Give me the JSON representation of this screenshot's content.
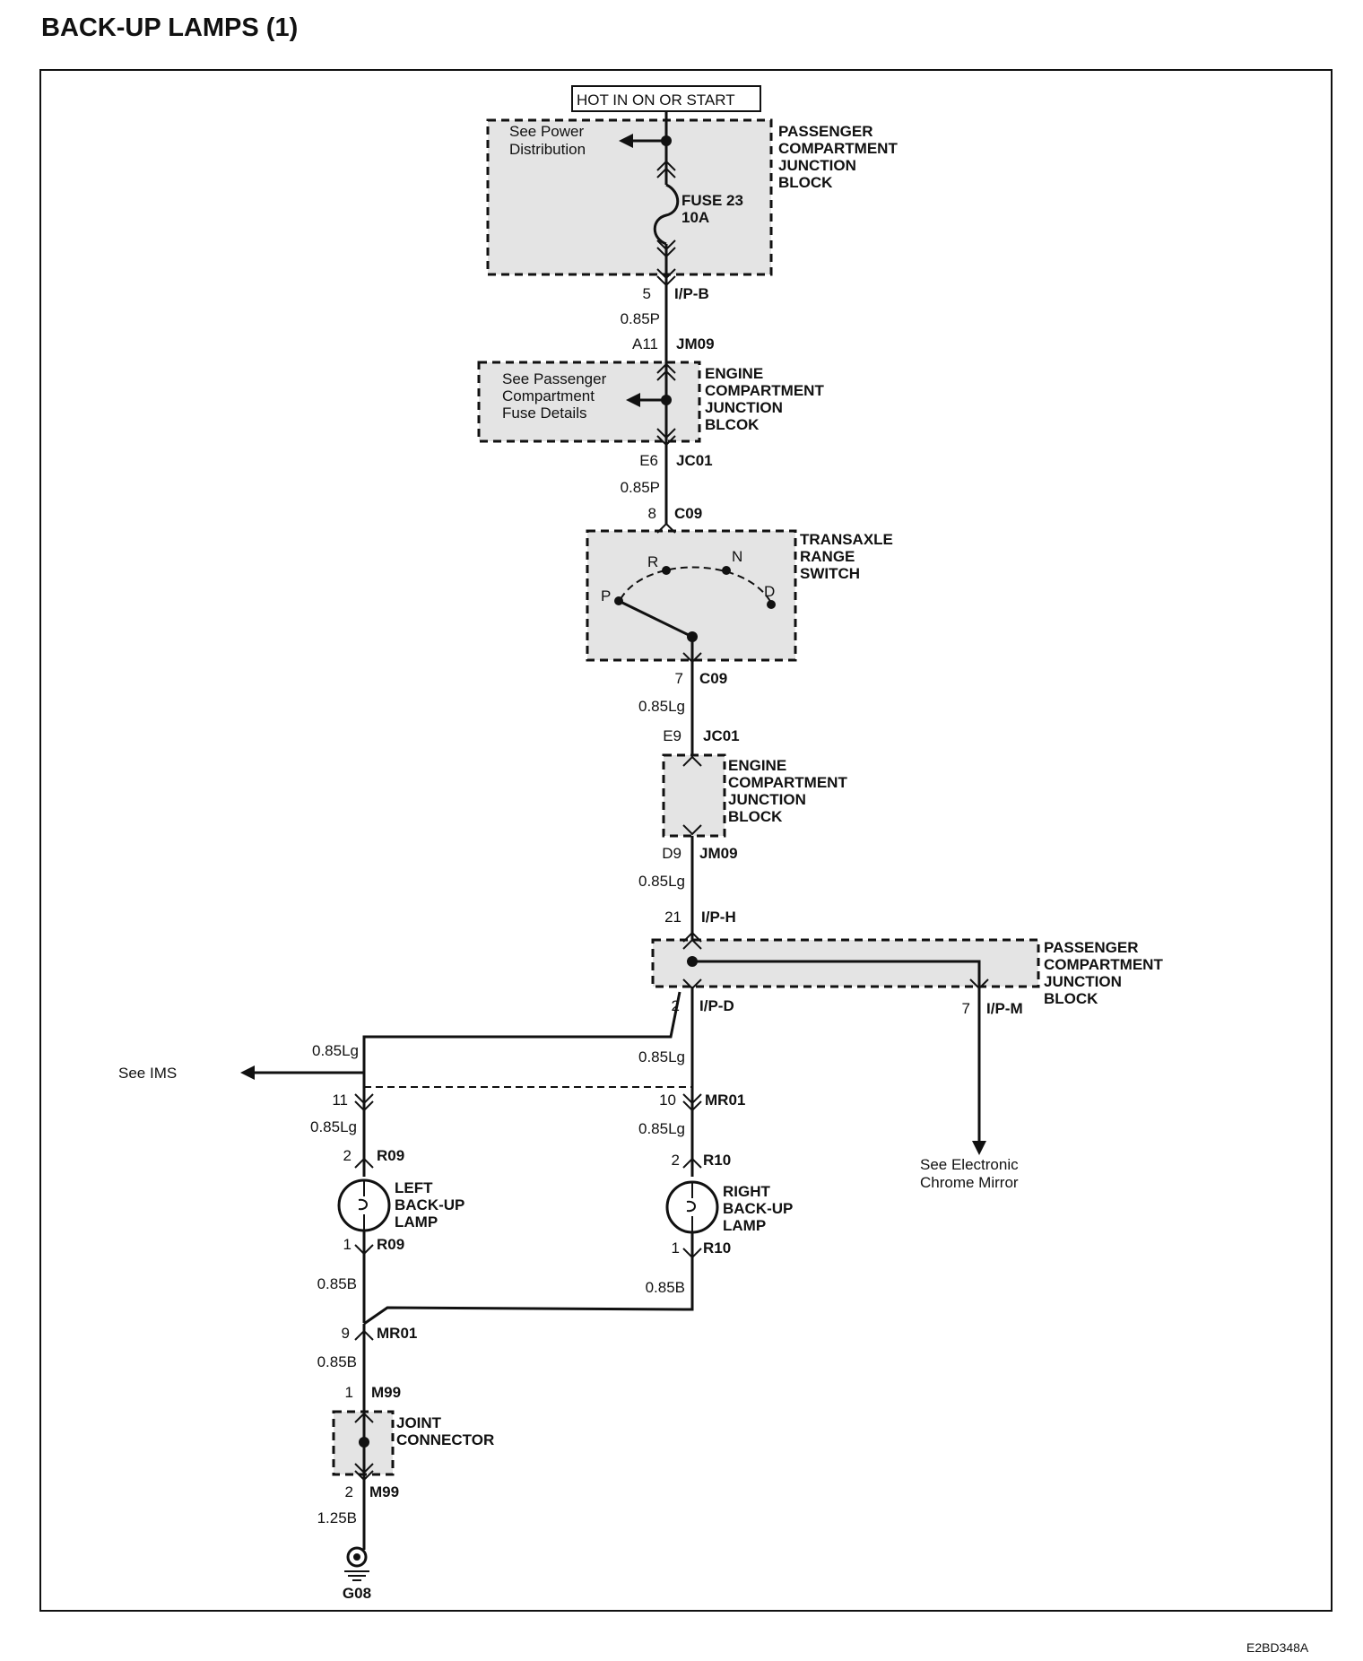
{
  "title": "BACK-UP LAMPS (1)",
  "power_label": "HOT IN ON OR START",
  "diagram_code": "E2BD348A",
  "blocks": {
    "pcjb_top": {
      "name": [
        "PASSENGER",
        "COMPARTMENT",
        "JUNCTION",
        "BLOCK"
      ],
      "note": [
        "See Power",
        "Distribution"
      ],
      "fuse": [
        "FUSE 23",
        "10A"
      ]
    },
    "ecjb_top": {
      "name": [
        "ENGINE",
        "COMPARTMENT",
        "JUNCTION",
        "BLCOK"
      ],
      "note": [
        "See Passenger",
        "Compartment",
        "Fuse Details"
      ]
    },
    "transaxle": {
      "name": [
        "TRANSAXLE",
        "RANGE",
        "SWITCH"
      ],
      "positions": [
        "R",
        "N",
        "P",
        "D"
      ]
    },
    "ecjb_mid": {
      "name": [
        "ENGINE",
        "COMPARTMENT",
        "JUNCTION",
        "BLOCK"
      ]
    },
    "pcjb_mid": {
      "name": [
        "PASSENGER",
        "COMPARTMENT",
        "JUNCTION",
        "BLOCK"
      ]
    },
    "joint": {
      "name": [
        "JOINT",
        "CONNECTOR"
      ]
    }
  },
  "lamps": {
    "left": [
      "LEFT",
      "BACK-UP",
      "LAMP"
    ],
    "right": [
      "RIGHT",
      "BACK-UP",
      "LAMP"
    ]
  },
  "connectors": {
    "ipb": {
      "pin": "5",
      "id": "I/P-B"
    },
    "jm09_top": {
      "pin": "A11",
      "id": "JM09"
    },
    "jc01_top": {
      "pin": "E6",
      "id": "JC01"
    },
    "c09_top": {
      "pin": "8",
      "id": "C09"
    },
    "c09_bot": {
      "pin": "7",
      "id": "C09"
    },
    "jc01_mid": {
      "pin": "E9",
      "id": "JC01"
    },
    "jm09_mid": {
      "pin": "D9",
      "id": "JM09"
    },
    "iph": {
      "pin": "21",
      "id": "I/P-H"
    },
    "ipd": {
      "pin": "2",
      "id": "I/P-D"
    },
    "ipm": {
      "pin": "7",
      "id": "I/P-M"
    },
    "mr01_left": {
      "pin": "11",
      "id": ""
    },
    "mr01_right": {
      "pin": "10",
      "id": "MR01"
    },
    "r09_top": {
      "pin": "2",
      "id": "R09"
    },
    "r09_bot": {
      "pin": "1",
      "id": "R09"
    },
    "r10_top": {
      "pin": "2",
      "id": "R10"
    },
    "r10_bot": {
      "pin": "1",
      "id": "R10"
    },
    "mr01_gnd": {
      "pin": "9",
      "id": "MR01"
    },
    "m99_top": {
      "pin": "1",
      "id": "M99"
    },
    "m99_bot": {
      "pin": "2",
      "id": "M99"
    }
  },
  "wires": {
    "w1": "0.85P",
    "w2": "0.85P",
    "w3": "0.85Lg",
    "w4": "0.85Lg",
    "w5": "0.85Lg",
    "w6": "0.85Lg",
    "w7": "0.85Lg",
    "w8": "0.85Lg",
    "w9": "0.85B",
    "w10": "0.85B",
    "w11": "0.85B",
    "w12": "1.25B"
  },
  "refs": {
    "ims": "See IMS",
    "mirror": [
      "See Electronic",
      "Chrome Mirror"
    ]
  },
  "ground": "G08"
}
